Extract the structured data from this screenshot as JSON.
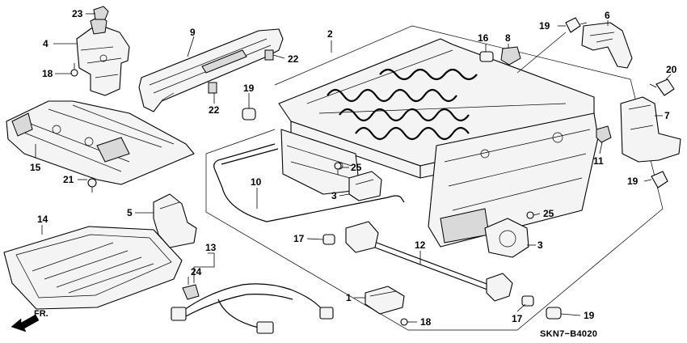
{
  "diagram": {
    "reference_code": "SKN7−B4020",
    "direction_label": "FR.",
    "callouts": [
      {
        "key": "c23",
        "text": "23"
      },
      {
        "key": "c4",
        "text": "4"
      },
      {
        "key": "c18a",
        "text": "18"
      },
      {
        "key": "c9",
        "text": "9"
      },
      {
        "key": "c22a",
        "text": "22"
      },
      {
        "key": "c22b",
        "text": "22"
      },
      {
        "key": "c19a",
        "text": "19"
      },
      {
        "key": "c2",
        "text": "2"
      },
      {
        "key": "c16",
        "text": "16"
      },
      {
        "key": "c8",
        "text": "8"
      },
      {
        "key": "c19b",
        "text": "19"
      },
      {
        "key": "c6",
        "text": "6"
      },
      {
        "key": "c20",
        "text": "20"
      },
      {
        "key": "c7",
        "text": "7"
      },
      {
        "key": "c11",
        "text": "11"
      },
      {
        "key": "c15",
        "text": "15"
      },
      {
        "key": "c21",
        "text": "21"
      },
      {
        "key": "c25a",
        "text": "25"
      },
      {
        "key": "c3a",
        "text": "3"
      },
      {
        "key": "c10",
        "text": "10"
      },
      {
        "key": "c19c",
        "text": "19"
      },
      {
        "key": "c14",
        "text": "14"
      },
      {
        "key": "c5",
        "text": "5"
      },
      {
        "key": "c25b",
        "text": "25"
      },
      {
        "key": "c17a",
        "text": "17"
      },
      {
        "key": "c12",
        "text": "12"
      },
      {
        "key": "c3b",
        "text": "3"
      },
      {
        "key": "c13",
        "text": "13"
      },
      {
        "key": "c24",
        "text": "24"
      },
      {
        "key": "c1",
        "text": "1"
      },
      {
        "key": "c18b",
        "text": "18"
      },
      {
        "key": "c17b",
        "text": "17"
      },
      {
        "key": "c19d",
        "text": "19"
      }
    ]
  }
}
